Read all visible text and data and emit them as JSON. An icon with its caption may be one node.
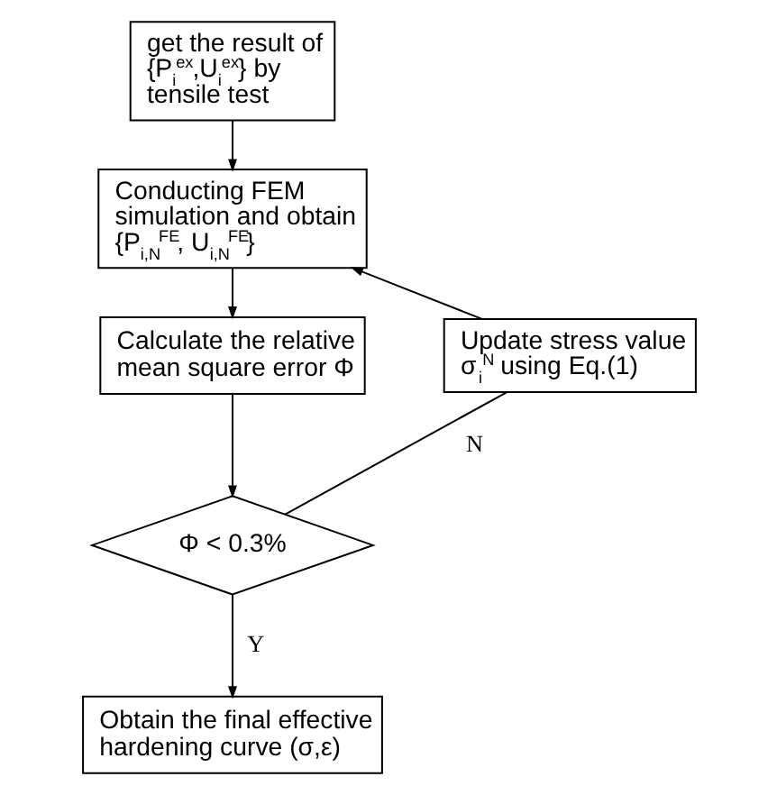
{
  "diagram": {
    "nodes": [
      {
        "text": [
          "get the result of {P$_{i}$$^{ex}$,U$_{i}$$^{ex}$} by tensile test"
        ]
      },
      {
        "text": [
          "Conducting FEM simulation and obtain {P$_{i,N}$$^{FE}$, U$_{i,N}$$^{FE}$}"
        ]
      },
      {
        "text": [
          "Calculate the relative mean square error Φ"
        ]
      },
      {
        "text": [
          "Φ < 0.3%"
        ]
      },
      {
        "text": [
          "Update stress value σ$_{i}$$^{N}$ using Eq.(1)"
        ]
      },
      {
        "text": [
          "Obtain the final effective hardening curve (σ,ε)"
        ]
      }
    ],
    "edges": [
      {
        "from": 0,
        "to": 1,
        "arrow": "to"
      },
      {
        "from": 1,
        "to": 2,
        "arrow": "to"
      },
      {
        "from": 2,
        "to": 3,
        "arrow": "to"
      },
      {
        "from": 3,
        "to": 5,
        "arrow": "to",
        "label": "Y"
      },
      {
        "from": 3,
        "to": 4,
        "arrow": "none",
        "label": "N"
      },
      {
        "from": 4,
        "to": 1,
        "arrow": "to"
      }
    ]
  }
}
